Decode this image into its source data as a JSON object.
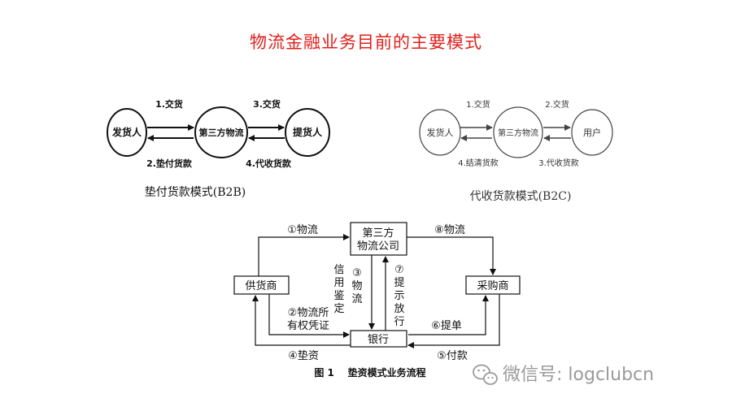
{
  "title": "物流金融业务目前的主要模式",
  "b2b": {
    "node_left": "发货人",
    "node_center": "第三方物流",
    "node_right": "提货人",
    "arrow_1": "1.交货",
    "arrow_2": "2.垫付货款",
    "arrow_3": "3.交货",
    "arrow_4": "4.代收货款",
    "caption": "垫付货款模式(B2B)"
  },
  "b2c": {
    "node_left": "发货人",
    "node_center": "第三方物流",
    "node_right": "用户",
    "arrow_1": "1.交货",
    "arrow_2": "2.交货",
    "arrow_3": "3.代收货款",
    "arrow_4": "4.结清货款",
    "caption": "代收货款模式(B2C)"
  },
  "flow": {
    "box_logistics_line1": "第三方",
    "box_logistics_line2": "物流公司",
    "box_supplier": "供货商",
    "box_buyer": "采购商",
    "box_bank": "银行",
    "step1": "①物流",
    "step2_line1": "②物流所",
    "step2_line2": "有权凭证",
    "step3_num": "③",
    "step3_v1": "物",
    "step3_v2": "流",
    "credit_v1": "信",
    "credit_v2": "用",
    "credit_v3": "鉴",
    "credit_v4": "定",
    "step4": "④垫资",
    "step5": "⑤付款",
    "step6": "⑥提单",
    "step7_num": "⑦",
    "step7_v1": "提",
    "step7_v2": "示",
    "step7_v3": "放",
    "step7_v4": "行",
    "step8": "⑧物流",
    "figure_caption": "图 1    垫资模式业务流程"
  },
  "watermark": "微信号: logclubcn"
}
